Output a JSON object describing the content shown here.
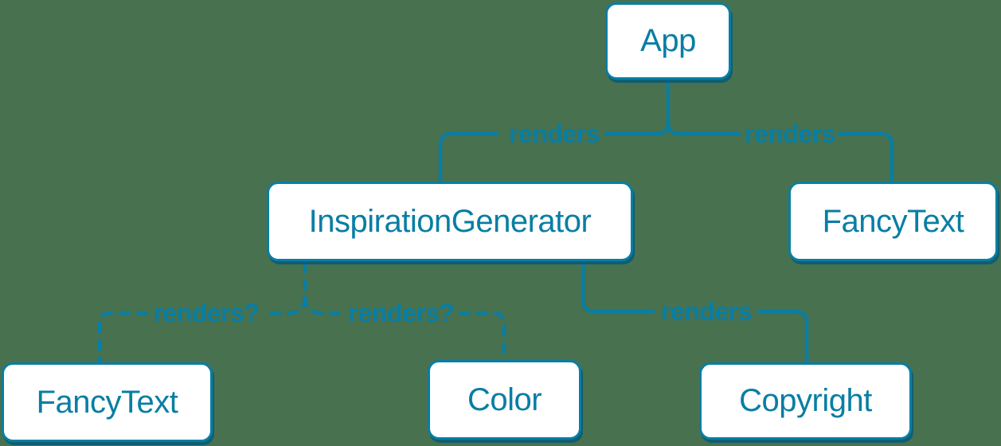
{
  "diagram": {
    "title": "component-render-tree",
    "colors": {
      "accent": "#087ea4",
      "background": "#48714f",
      "node_fill": "#ffffff",
      "node_shadow": "#065a78"
    },
    "nodes": [
      {
        "id": "app",
        "label": "App"
      },
      {
        "id": "inspiration-generator",
        "label": "InspirationGenerator"
      },
      {
        "id": "fancy-text-top",
        "label": "FancyText"
      },
      {
        "id": "fancy-text-bottom",
        "label": "FancyText"
      },
      {
        "id": "color",
        "label": "Color"
      },
      {
        "id": "copyright",
        "label": "Copyright"
      }
    ],
    "edges": [
      {
        "from": "App",
        "to": "InspirationGenerator",
        "label": "renders",
        "style": "solid"
      },
      {
        "from": "App",
        "to": "FancyText",
        "label": "renders",
        "style": "solid"
      },
      {
        "from": "InspirationGenerator",
        "to": "FancyText",
        "label": "renders?",
        "style": "dashed"
      },
      {
        "from": "InspirationGenerator",
        "to": "Color",
        "label": "renders?",
        "style": "dashed"
      },
      {
        "from": "InspirationGenerator",
        "to": "Copyright",
        "label": "renders",
        "style": "solid"
      }
    ]
  }
}
